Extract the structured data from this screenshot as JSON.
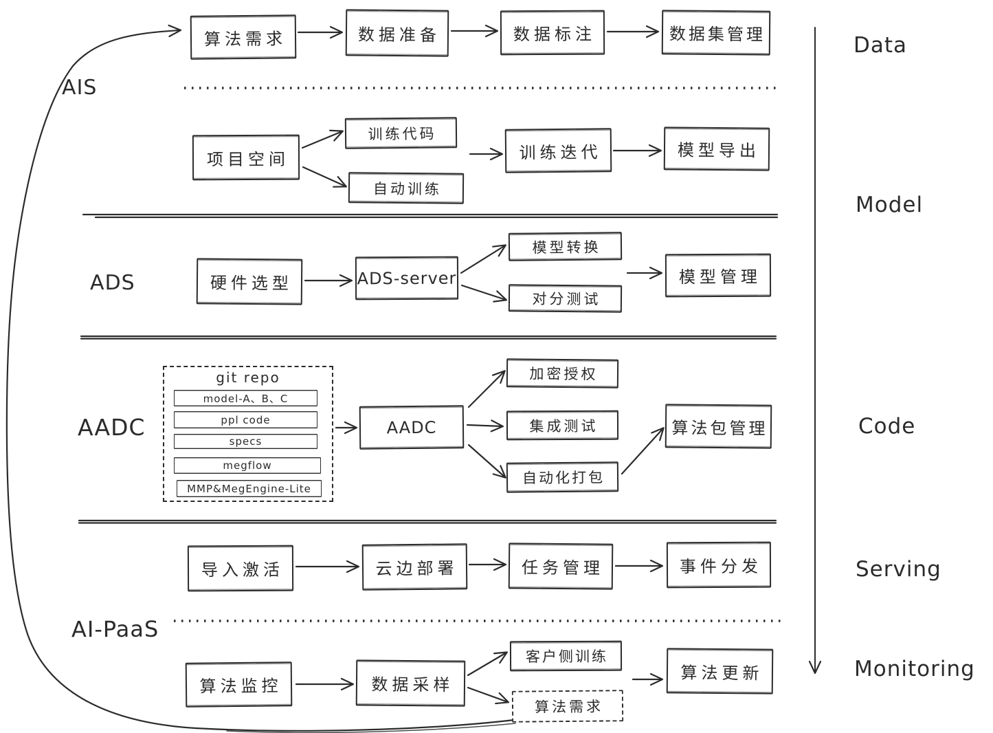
{
  "colors": {
    "stroke": "#2b2b2b",
    "background": "#ffffff"
  },
  "lanes": {
    "ais": "AIS",
    "ads": "ADS",
    "aadc": "AADC",
    "ai_paas": "AI-PaaS"
  },
  "stages": {
    "data": "Data",
    "model": "Model",
    "code": "Code",
    "serving": "Serving",
    "monitoring": "Monitoring"
  },
  "nodes": {
    "algo_requirement": "算法需求",
    "data_preparation": "数据准备",
    "data_annotation": "数据标注",
    "dataset_management": "数据集管理",
    "project_space": "项目空间",
    "training_code": "训练代码",
    "auto_training": "自动训练",
    "training_iteration": "训练迭代",
    "model_export": "模型导出",
    "hardware_selection": "硬件选型",
    "ads_server": "ADS-server",
    "model_conversion": "模型转换",
    "bisection_test": "对分测试",
    "model_management": "模型管理",
    "aadc": "AADC",
    "encryption_authorization": "加密授权",
    "integration_test": "集成测试",
    "automated_packaging": "自动化打包",
    "algo_package_management": "算法包管理",
    "import_activation": "导入激活",
    "cloud_edge_deployment": "云边部署",
    "task_management": "任务管理",
    "event_dispatch": "事件分发",
    "algo_monitoring": "算法监控",
    "data_sampling": "数据采样",
    "client_side_training": "客户侧训练",
    "algo_requirement_feedback": "算法需求",
    "algo_update": "算法更新"
  },
  "git_repo": {
    "title": "git repo",
    "items": [
      "model-A、B、C",
      "ppl code",
      "specs",
      "megflow",
      "MMP&MegEngine-Lite"
    ]
  }
}
